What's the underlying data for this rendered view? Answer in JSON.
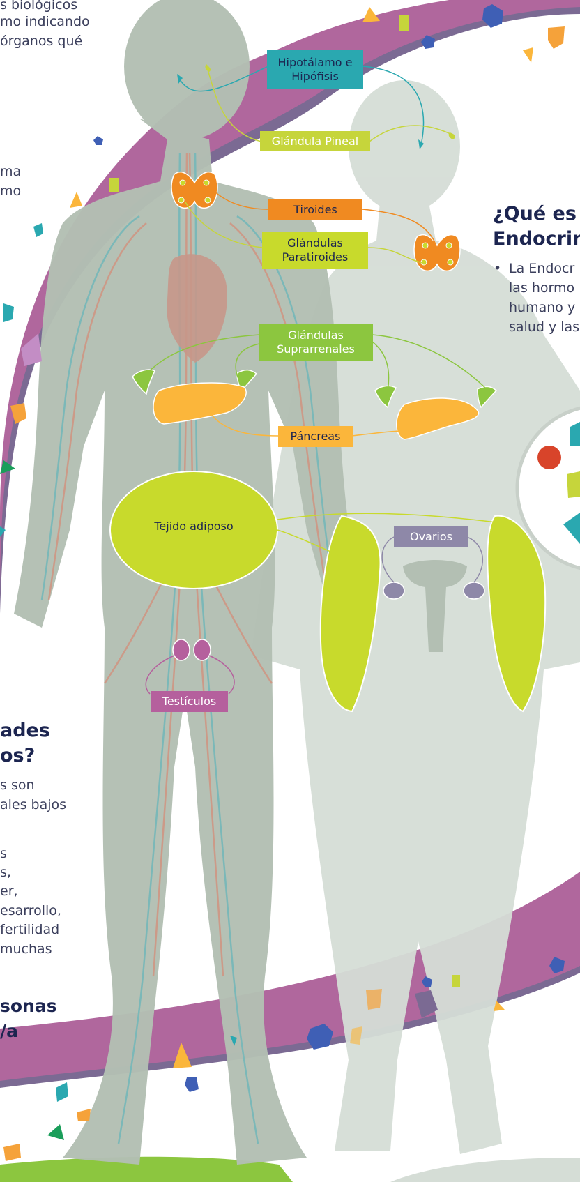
{
  "colors": {
    "band": "#b0679d",
    "band_edge": "#7b6a93",
    "male_body": "#b3bfb3",
    "female_body": "#d5ddd6",
    "vein_blue": "#7bb8b8",
    "vein_red": "#cc9a88",
    "heart": "#c7978a",
    "adipose": "#c8da2c",
    "pancreas": "#fbb63b",
    "adrenal": "#8cc63f",
    "thyroid": "#f08a21",
    "testes": "#b5609d",
    "ovary": "#8e88a8",
    "hypothalamus": "#2aa8b0",
    "pineal": "#c6d53b"
  },
  "left_text": {
    "top_lines": [
      "s biológicos",
      "mo indicando",
      "órganos qué"
    ],
    "mid_lines": [
      "ma",
      "mo"
    ],
    "heading_lines": [
      "ades",
      "os?"
    ],
    "para1_lines": [
      "s son",
      "ales bajos"
    ],
    "para2_lines": [
      "s",
      "s,",
      "er,",
      "esarrollo,",
      "fertilidad",
      "muchas"
    ],
    "heading2_lines": [
      "sonas",
      "/a"
    ]
  },
  "right_text": {
    "heading_lines": [
      "¿Qué es l",
      "Endocrin"
    ],
    "bullet": "•",
    "body_lines": [
      "La Endocr",
      "las hormo",
      "humano y",
      "salud y las"
    ]
  },
  "labels": {
    "hypothalamus": "Hipotálamo e\nHipófisis",
    "pineal": "Glándula Pineal",
    "thyroid": "Tiroides",
    "parathyroid": "Glándulas\nParatiroides",
    "adrenal": "Glándulas\nSuprarrenales",
    "pancreas": "Páncreas",
    "adipose": "Tejido adiposo",
    "ovaries": "Ovarios",
    "testes": "Testículos"
  }
}
